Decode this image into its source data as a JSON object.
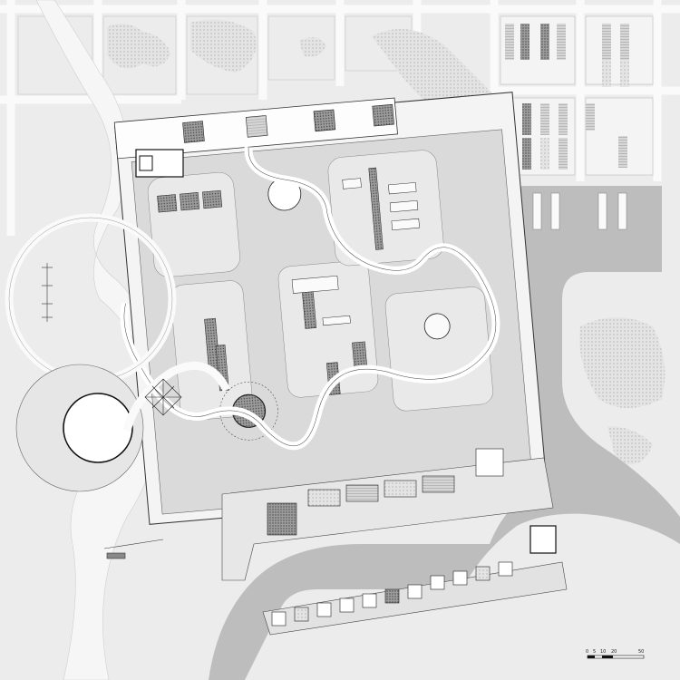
{
  "drawing": {
    "type": "site-plan",
    "background_color": "#ececec",
    "road_color": "#b9b9b9",
    "ground_color": "#f7f7f7",
    "line_color": "#111111"
  },
  "scale_bar": {
    "ticks": [
      "0",
      "5",
      "10",
      "20",
      "50"
    ]
  }
}
